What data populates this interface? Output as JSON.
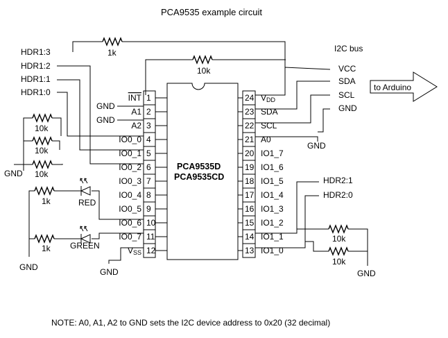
{
  "title": "PCA9535 example circuit",
  "chip": {
    "line1": "PCA9535D",
    "line2": "PCA9535CD"
  },
  "left_pins": [
    {
      "num": "1",
      "label": "INT",
      "overline": true
    },
    {
      "num": "2",
      "label": "A1"
    },
    {
      "num": "3",
      "label": "A2"
    },
    {
      "num": "4",
      "label": "IO0_0"
    },
    {
      "num": "5",
      "label": "IO0_1"
    },
    {
      "num": "6",
      "label": "IO0_2"
    },
    {
      "num": "7",
      "label": "IO0_3"
    },
    {
      "num": "8",
      "label": "IO0_4"
    },
    {
      "num": "9",
      "label": "IO0_5"
    },
    {
      "num": "10",
      "label": "IO0_6"
    },
    {
      "num": "11",
      "label": "IO0_7"
    },
    {
      "num": "12",
      "label": "V",
      "sub": "SS"
    }
  ],
  "right_pins": [
    {
      "num": "24",
      "label": "V",
      "sub": "DD"
    },
    {
      "num": "23",
      "label": "SDA"
    },
    {
      "num": "22",
      "label": "SCL"
    },
    {
      "num": "21",
      "label": "A0"
    },
    {
      "num": "20",
      "label": "IO1_7"
    },
    {
      "num": "19",
      "label": "IO1_6"
    },
    {
      "num": "18",
      "label": "IO1_5"
    },
    {
      "num": "17",
      "label": "IO1_4"
    },
    {
      "num": "16",
      "label": "IO1_3"
    },
    {
      "num": "15",
      "label": "IO1_2"
    },
    {
      "num": "14",
      "label": "IO1_1"
    },
    {
      "num": "13",
      "label": "IO1_0"
    }
  ],
  "headers": {
    "hdr1_3": "HDR1:3",
    "hdr1_2": "HDR1:2",
    "hdr1_1": "HDR1:1",
    "hdr1_0": "HDR1:0",
    "hdr2_1": "HDR2:1",
    "hdr2_0": "HDR2:0"
  },
  "resistors": {
    "top_1k": "1k",
    "top_10k": "10k",
    "left_10k_1": "10k",
    "left_10k_2": "10k",
    "left_10k_3": "10k",
    "led_red_1k": "1k",
    "led_green_1k": "1k",
    "right_10k_1": "10k",
    "right_10k_2": "10k"
  },
  "leds": {
    "red": "RED",
    "green": "GREEN"
  },
  "gnd": {
    "a1": "GND",
    "a2": "GND",
    "left_pullups": "GND",
    "led_common": "GND",
    "vss": "GND",
    "a0": "GND",
    "hdr2": "GND",
    "bus": "GND"
  },
  "i2c_bus": {
    "title": "I2C bus",
    "lines": [
      "VCC",
      "SDA",
      "SCL",
      "GND"
    ],
    "arrow_label": "to Arduino"
  },
  "note": "NOTE: A0, A1, A2 to GND sets the I2C device address to 0x20 (32 decimal)"
}
